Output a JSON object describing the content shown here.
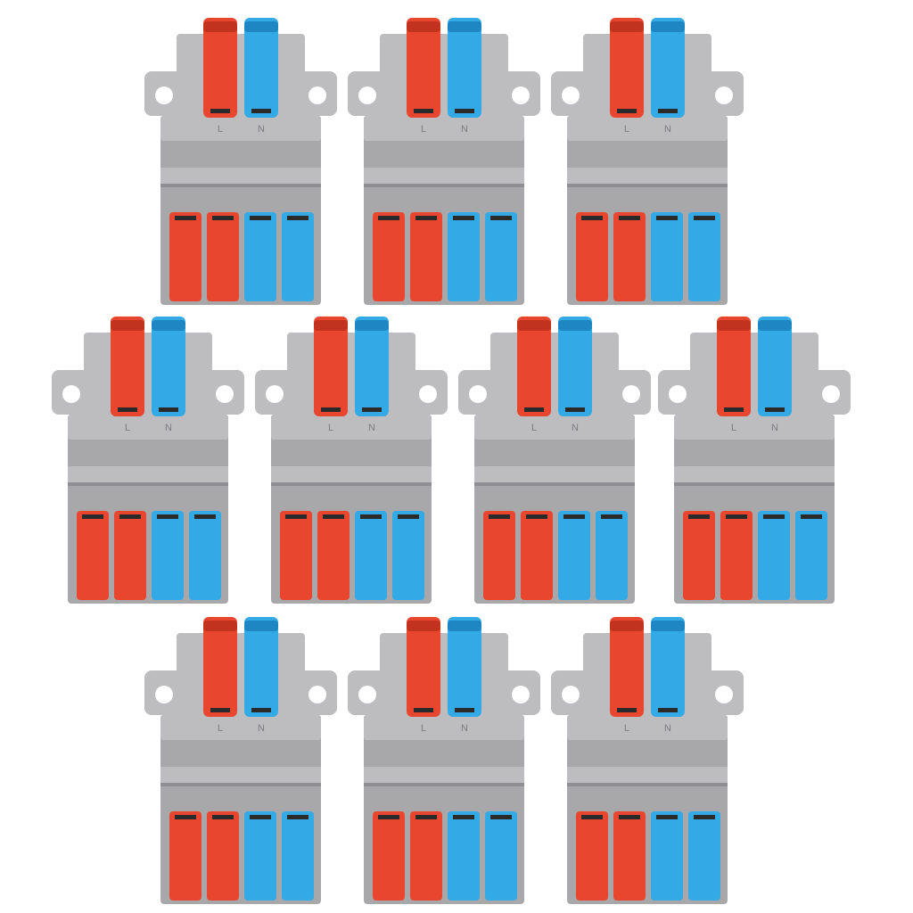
{
  "product": {
    "name": "2-in 4-out lever wire connector",
    "count": 10,
    "line_label": "L",
    "neutral_label": "N"
  },
  "colors": {
    "background": "#ffffff",
    "housing": "#a8a8ab",
    "housing_dark": "#8f8f93",
    "housing_light": "#bdbdc0",
    "line_lever": "#e8462e",
    "line_lever_dark": "#c2331f",
    "neutral_lever": "#33a9e6",
    "neutral_lever_dark": "#1e86c2",
    "slot": "#2a2a2a"
  },
  "layout_rows": [
    3,
    4,
    3
  ]
}
